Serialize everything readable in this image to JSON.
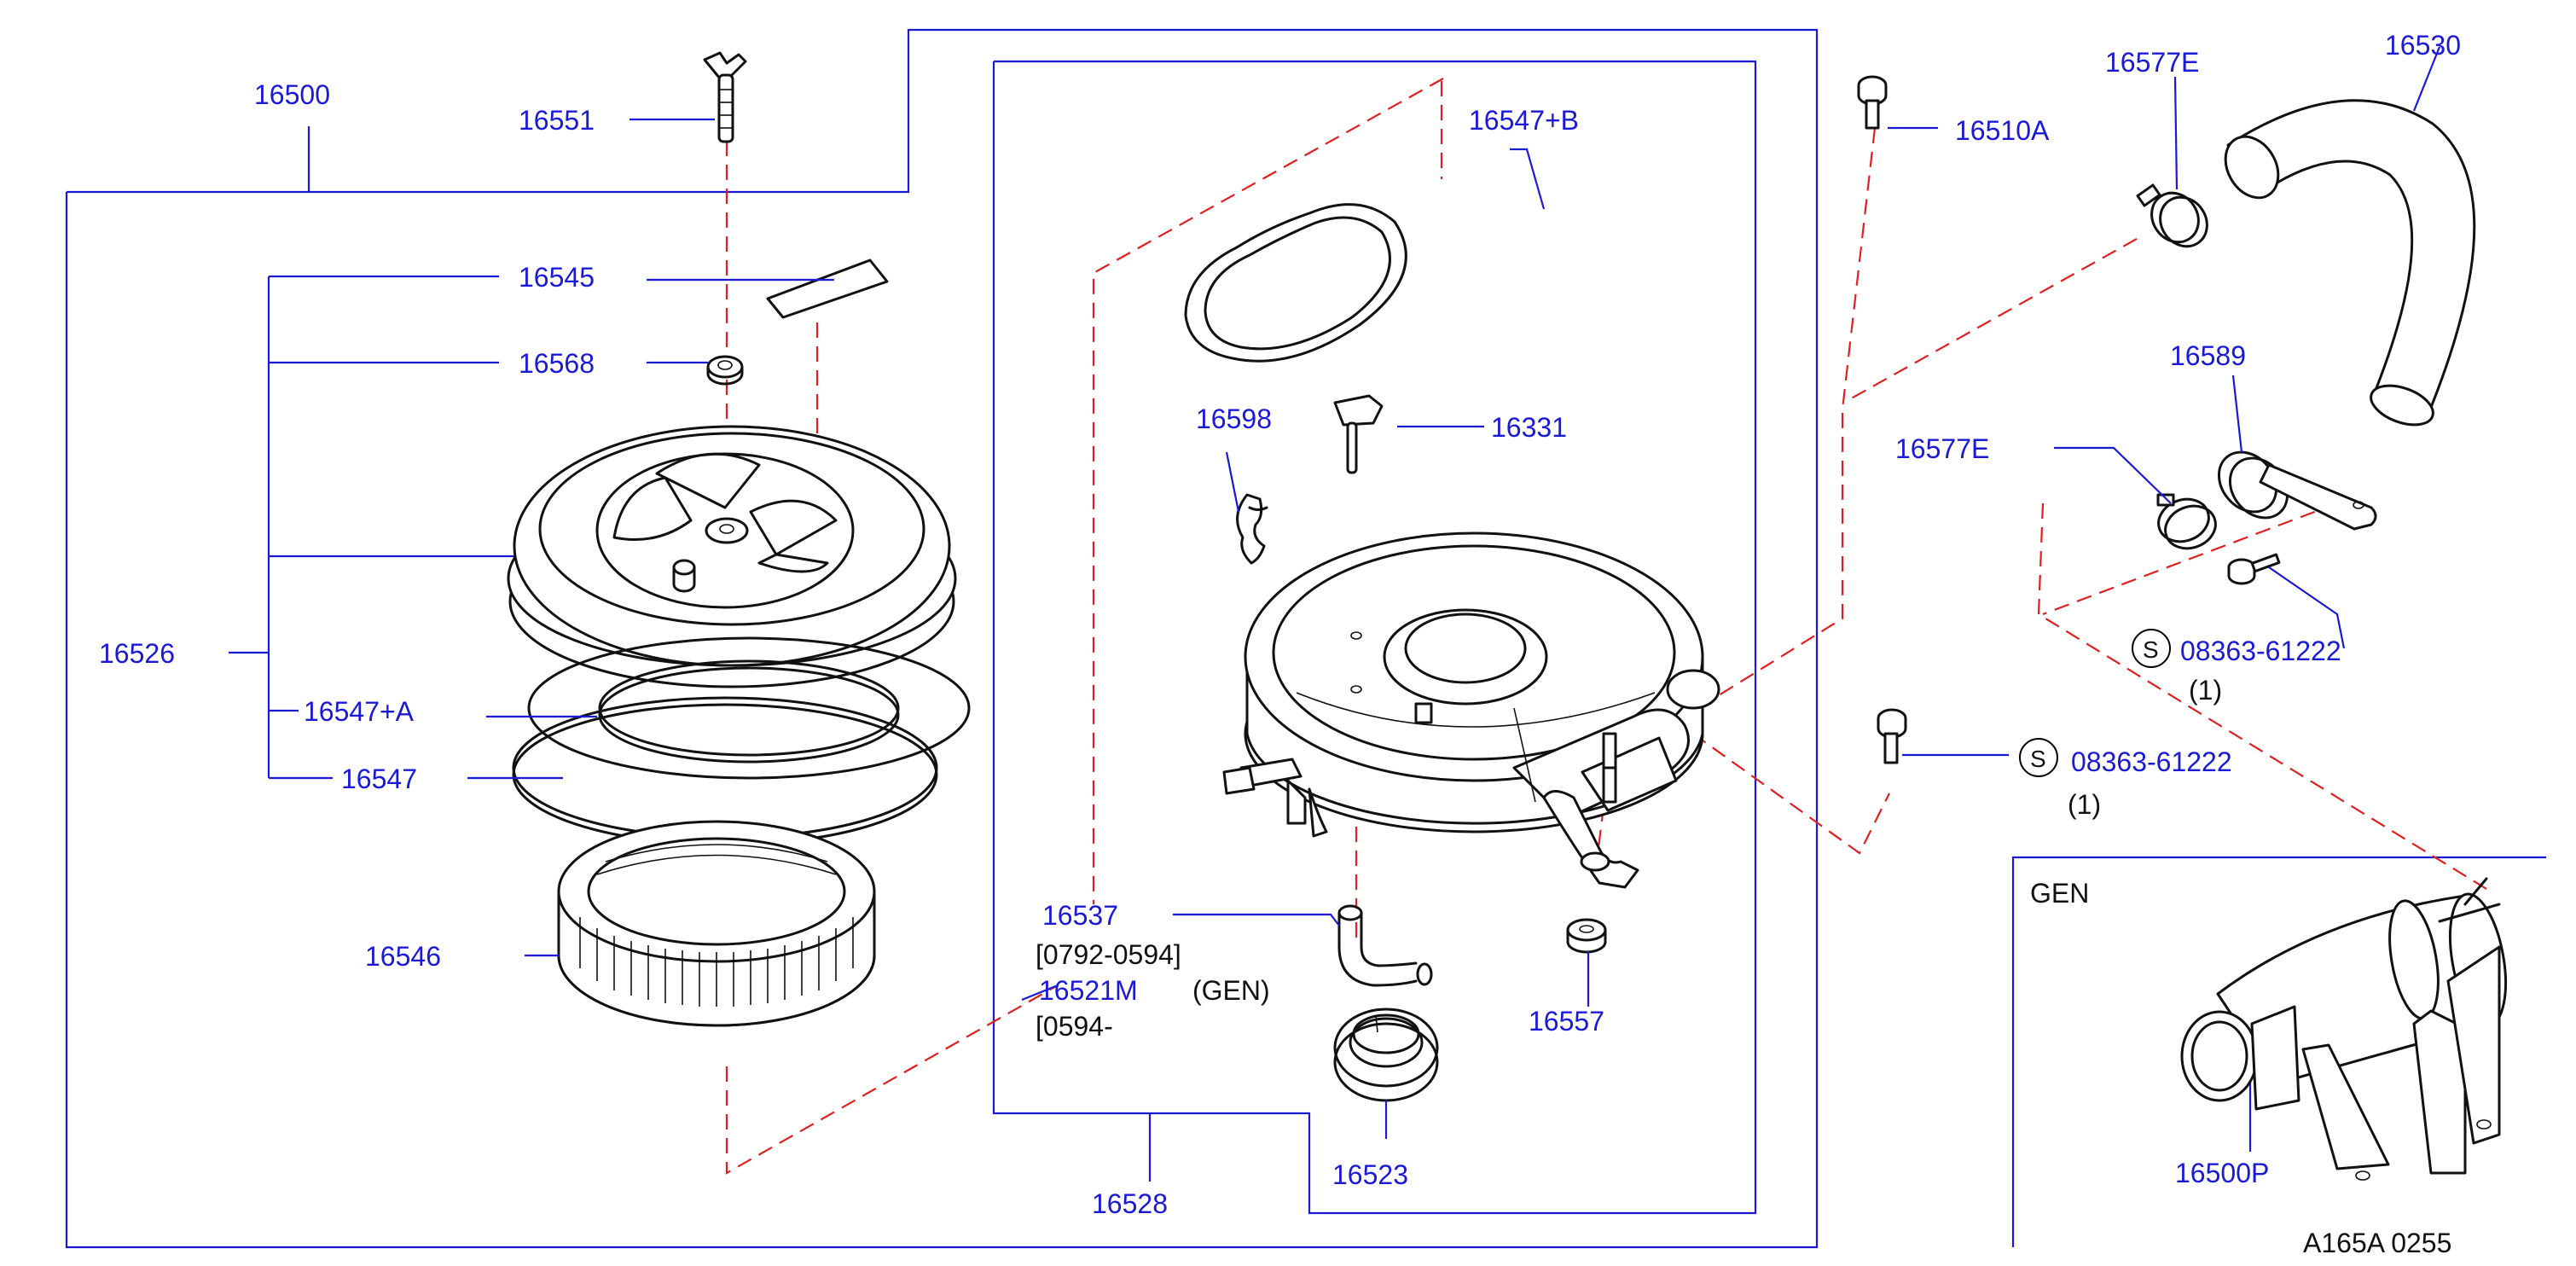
{
  "labels": {
    "p16500": "16500",
    "p16551": "16551",
    "p16545": "16545",
    "p16568": "16568",
    "p16526": "16526",
    "p16547a": "16547+A",
    "p16547": "16547",
    "p16546": "16546",
    "p16547b": "16547+B",
    "p16598": "16598",
    "p16331": "16331",
    "p16537": "16537",
    "p16537_range": "[0792-0594]",
    "p16521m": "16521M",
    "p16521m_note": "(GEN)",
    "p16521m_range": "[0594-",
    "p16557": "16557",
    "p16523": "16523",
    "p16528": "16528",
    "p16510a": "16510A",
    "p16577e_top": "16577E",
    "p16530": "16530",
    "p16589": "16589",
    "p16577e_mid": "16577E",
    "bolt1_code": "08363-61222",
    "bolt1_qty": "(1)",
    "bolt2_code": "08363-61222",
    "bolt2_qty": "(1)",
    "s_mark": "S",
    "inset_title": "GEN",
    "p16500p": "16500P",
    "figure_code": "A165A 0255"
  }
}
